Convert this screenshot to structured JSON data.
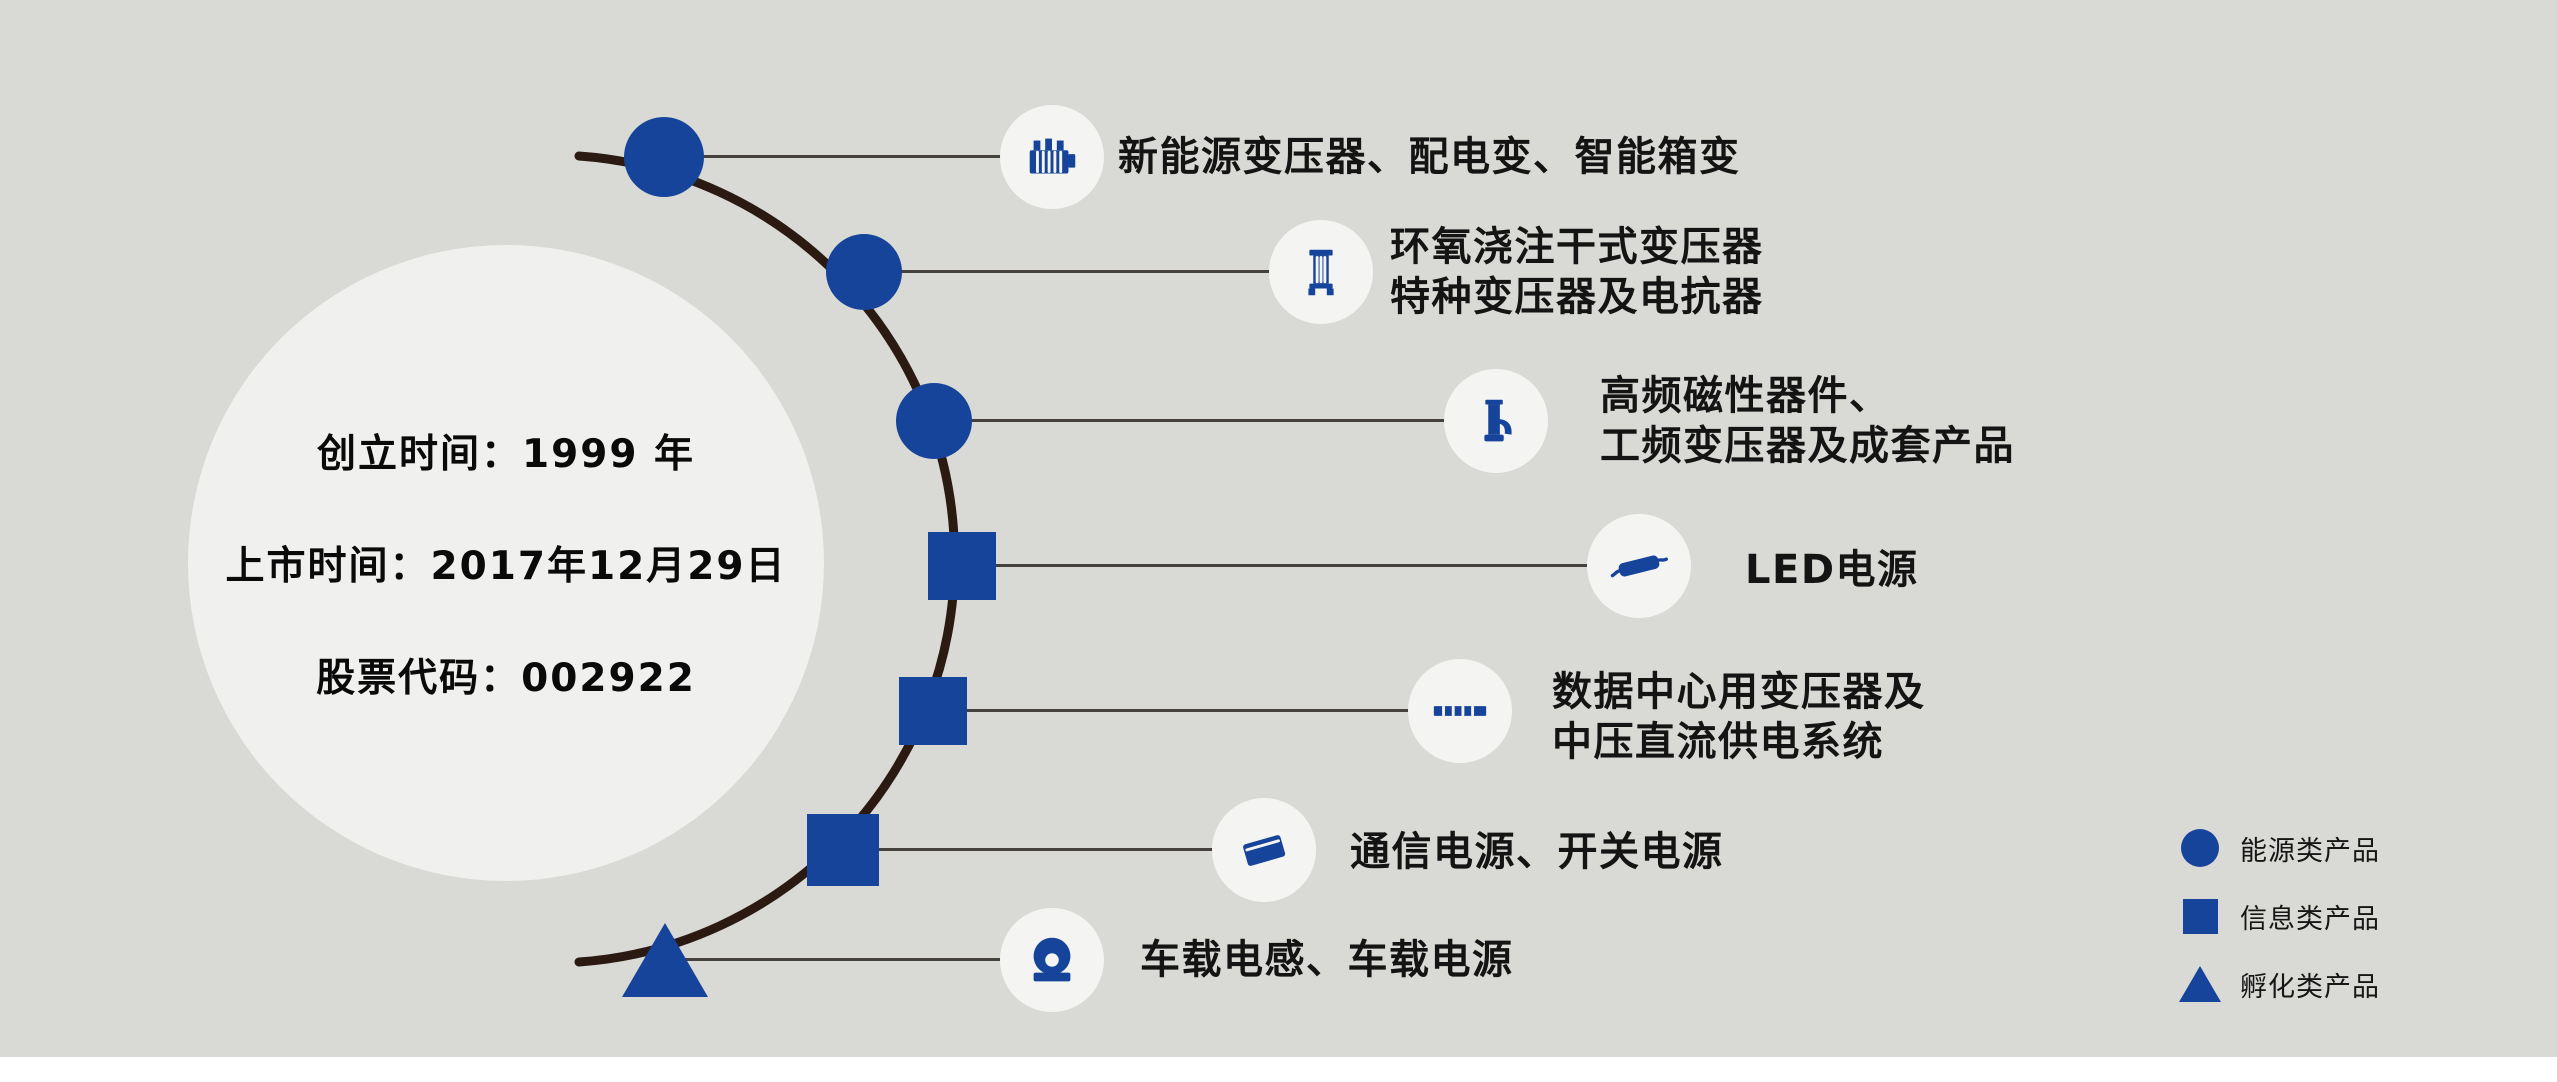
{
  "colors": {
    "page_bg": "#d9d9d5",
    "strip": "#ffffff",
    "blue": "#17449b",
    "arc": "#2b1a12",
    "ink": "#141414",
    "line": "#45413d",
    "circle_bg": "#f0f0ee",
    "icon_bg": "#f4f4f2"
  },
  "company_info": {
    "founded": "创立时间：1999 年",
    "listed": "上市时间：2017年12月29日",
    "stock_code": "股票代码：002922"
  },
  "products": [
    {
      "category": "energy",
      "marker": "circle",
      "icon": "transformer-icon",
      "lines": [
        "新能源变压器、配电变、智能箱变"
      ]
    },
    {
      "category": "energy",
      "marker": "circle",
      "icon": "dry-type-transformer-icon",
      "lines": [
        "环氧浇注干式变压器",
        "特种变压器及电抗器"
      ]
    },
    {
      "category": "energy",
      "marker": "circle",
      "icon": "magnetic-component-icon",
      "lines": [
        "高频磁性器件、",
        "工频变压器及成套产品"
      ]
    },
    {
      "category": "information",
      "marker": "square",
      "icon": "led-driver-icon",
      "lines": [
        "LED电源"
      ]
    },
    {
      "category": "information",
      "marker": "square",
      "icon": "datacenter-power-icon",
      "lines": [
        "数据中心用变压器及",
        "中压直流供电系统"
      ]
    },
    {
      "category": "information",
      "marker": "square",
      "icon": "comm-power-icon",
      "lines": [
        "通信电源、开关电源"
      ]
    },
    {
      "category": "incubation",
      "marker": "triangle",
      "icon": "vehicle-inductor-icon",
      "lines": [
        "车载电感、车载电源"
      ]
    }
  ],
  "legend": [
    {
      "marker": "circle",
      "label": "能源类产品"
    },
    {
      "marker": "square",
      "label": "信息类产品"
    },
    {
      "marker": "triangle",
      "label": "孵化类产品"
    }
  ]
}
